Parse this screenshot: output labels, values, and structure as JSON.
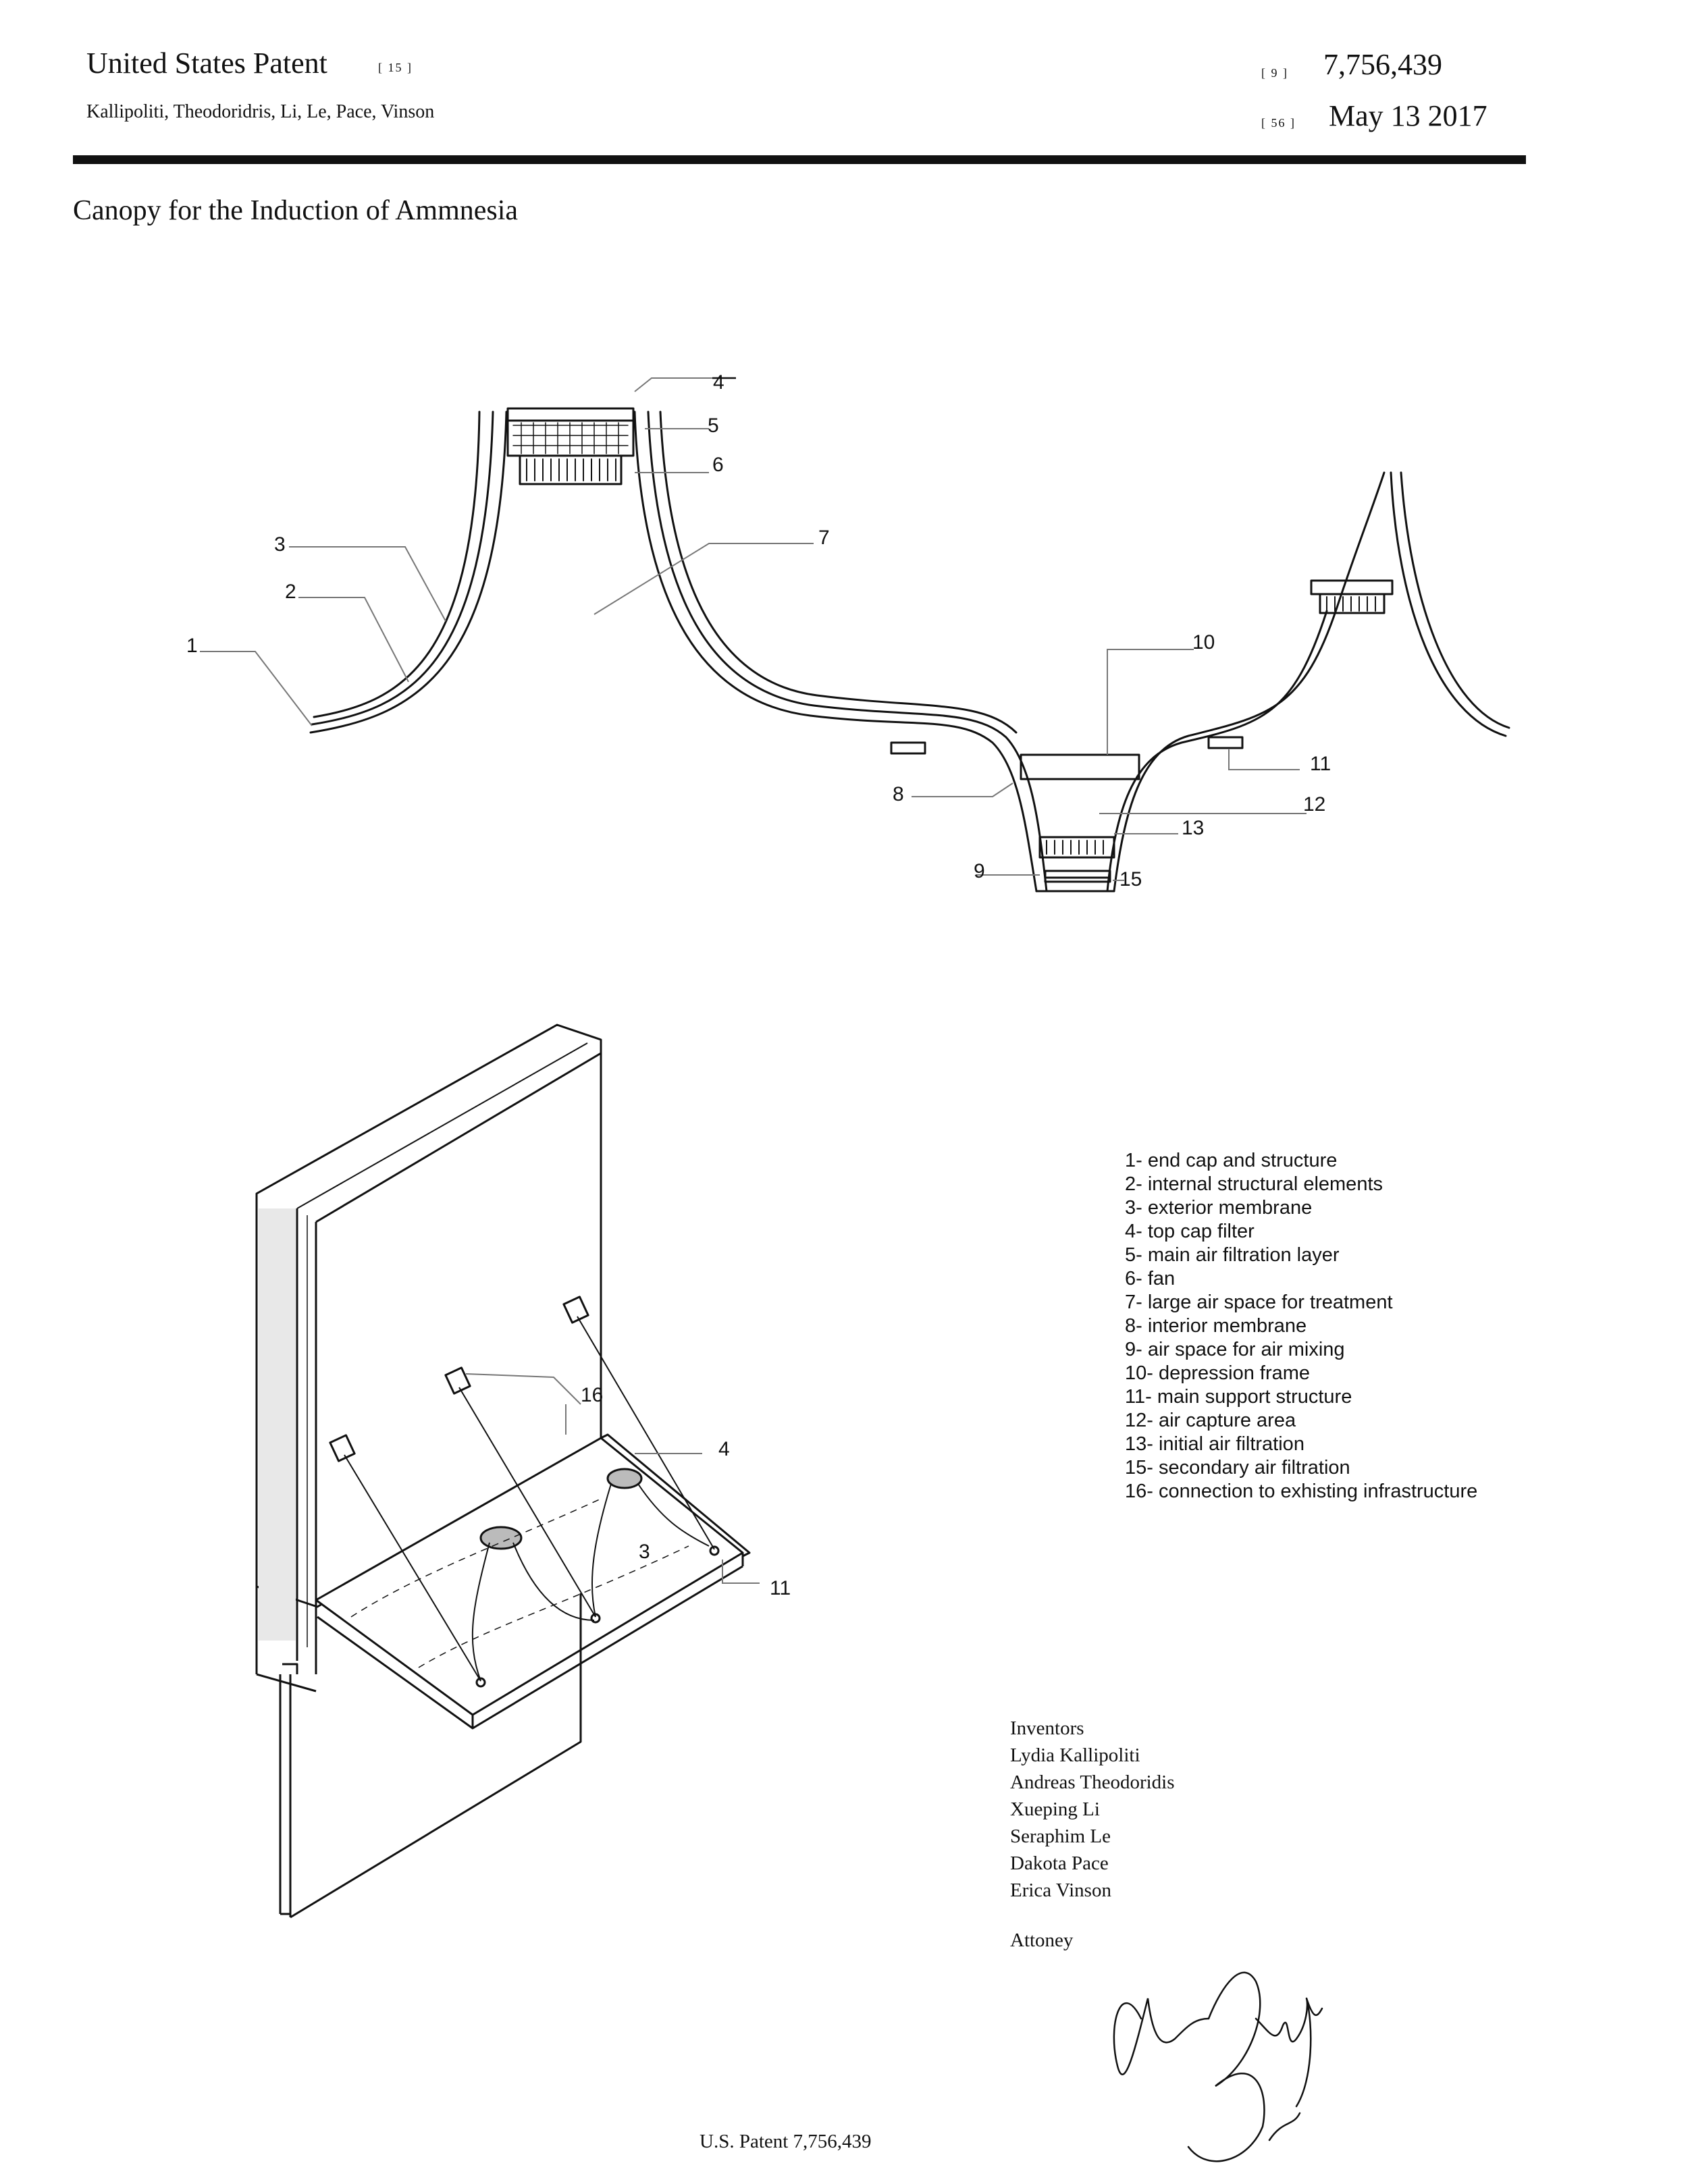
{
  "header": {
    "title": "United States Patent",
    "code_15": "[ 15 ]",
    "inventors_line": "Kallipoliti, Theodoridris, Li, Le, Pace, Vinson",
    "code_9": "[ 9 ]",
    "patent_number": "7,756,439",
    "code_56": "[ 56 ]",
    "date": "May 13 2017"
  },
  "document_title": "Canopy for the Induction of Ammnesia",
  "figure1_labels": {
    "l1": "1",
    "l2": "2",
    "l3": "3",
    "l4": "4",
    "l5": "5",
    "l6": "6",
    "l7": "7",
    "l8": "8",
    "l9": "9",
    "l10": "10",
    "l11": "11",
    "l12": "12",
    "l13": "13",
    "l15": "15"
  },
  "figure2_labels": {
    "l16": "16",
    "l4": "4",
    "l3": "3",
    "l11": "11"
  },
  "legend": [
    "1- end cap and structure",
    "2- internal structural elements",
    "3- exterior membrane",
    "4- top cap filter",
    "5- main air filtration layer",
    "6- fan",
    "7- large air space for treatment",
    "8- interior membrane",
    "9- air space for air mixing",
    "10- depression frame",
    "11- main support structure",
    "12- air capture area",
    "13- initial air filtration",
    "15- secondary air filtration",
    "16- connection to exhisting infrastructure"
  ],
  "inventors": {
    "heading": "Inventors",
    "names": [
      "Lydia Kallipoliti",
      "Andreas Theodoridis",
      "Xueping Li",
      "Seraphim Le",
      "Dakota Pace",
      "Erica Vinson"
    ]
  },
  "attorney_label": "Attoney",
  "footer": "U.S. Patent 7,756,439"
}
